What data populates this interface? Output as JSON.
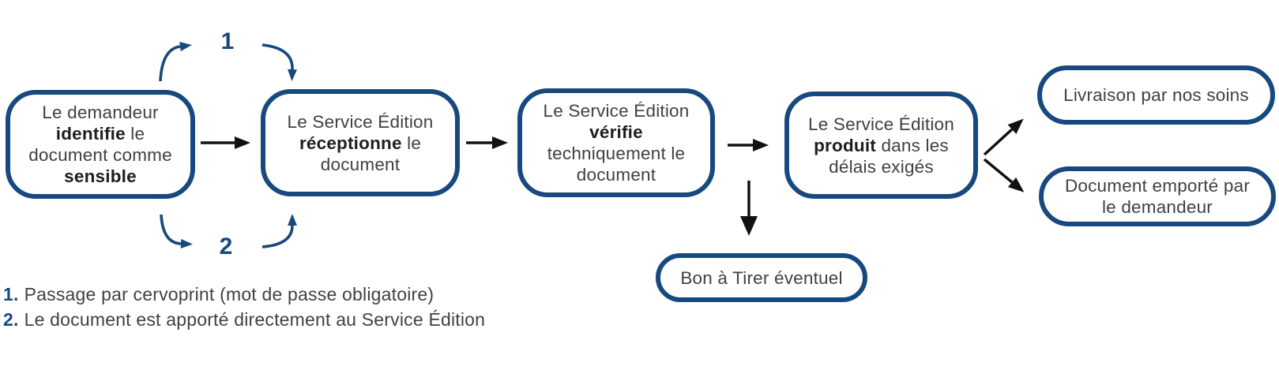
{
  "diagram": {
    "type": "flowchart",
    "colors": {
      "accent_blue": "#17497f",
      "text_dark": "#414042",
      "text_bold": "#1e1e20",
      "arrow_black": "#111111",
      "background": "#ffffff"
    },
    "nodes": {
      "identify": {
        "lines": [
          [
            {
              "t": "Le demandeur"
            }
          ],
          [
            {
              "t": "identifie",
              "b": true
            },
            {
              "t": " le"
            }
          ],
          [
            {
              "t": "document comme"
            }
          ],
          [
            {
              "t": "sensible",
              "b": true
            }
          ]
        ]
      },
      "receive": {
        "lines": [
          [
            {
              "t": "Le Service Édition"
            }
          ],
          [
            {
              "t": "réceptionne",
              "b": true
            },
            {
              "t": " le"
            }
          ],
          [
            {
              "t": "document"
            }
          ]
        ]
      },
      "verify": {
        "lines": [
          [
            {
              "t": "Le Service Édition"
            }
          ],
          [
            {
              "t": "vérifie",
              "b": true
            }
          ],
          [
            {
              "t": "techniquement le"
            }
          ],
          [
            {
              "t": "document"
            }
          ]
        ]
      },
      "produce": {
        "lines": [
          [
            {
              "t": "Le Service Édition"
            }
          ],
          [
            {
              "t": "produit",
              "b": true
            },
            {
              "t": " dans les"
            }
          ],
          [
            {
              "t": "délais exigés"
            }
          ]
        ]
      },
      "delivery": {
        "lines": [
          [
            {
              "t": "Livraison par nos soins"
            }
          ]
        ]
      },
      "pickup": {
        "lines": [
          [
            {
              "t": "Document emporté par"
            }
          ],
          [
            {
              "t": "le demandeur"
            }
          ]
        ]
      },
      "proof": {
        "lines": [
          [
            {
              "t": "Bon à Tirer éventuel"
            }
          ]
        ]
      }
    },
    "loop_labels": {
      "path1": "1",
      "path2": "2"
    },
    "footnotes": [
      {
        "num": "1.",
        "text": "Passage par cervoprint (mot de passe obligatoire)"
      },
      {
        "num": "2.",
        "text": "Le document est apporté directement au Service Édition"
      }
    ]
  }
}
